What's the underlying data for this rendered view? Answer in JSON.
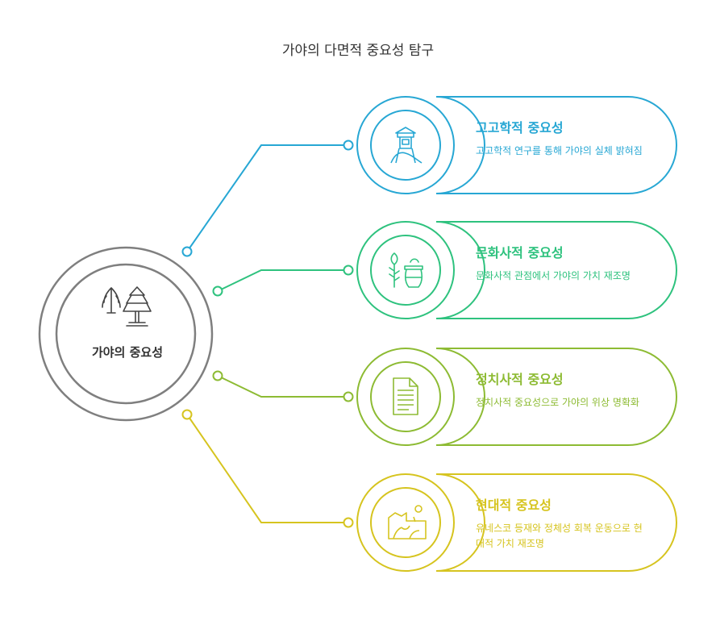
{
  "title": "가야의 다면적 중요성 탐구",
  "center": {
    "label": "가야의 중요성",
    "icon": "trees-pagoda-icon"
  },
  "cards": [
    {
      "title": "고고학적 중요성",
      "desc": "고고학적 연구를 통해 가야의 실체 밝혀짐",
      "color": "#27A7D4",
      "icon": "lighthouse-icon"
    },
    {
      "title": "문화사적 중요성",
      "desc": "문화사적 관점에서 가야의 가치 재조명",
      "color": "#2EC27E",
      "icon": "plant-pot-icon"
    },
    {
      "title": "정치사적 중요성",
      "desc": "정치사적 중요성으로 가야의 위상 명확화",
      "color": "#8DBB33",
      "icon": "document-icon"
    },
    {
      "title": "현대적 중요성",
      "desc": "유네스코 등재와 정체성 회복 운동으로 현대적 가치 재조명",
      "color": "#D6C41F",
      "icon": "map-icon"
    }
  ]
}
